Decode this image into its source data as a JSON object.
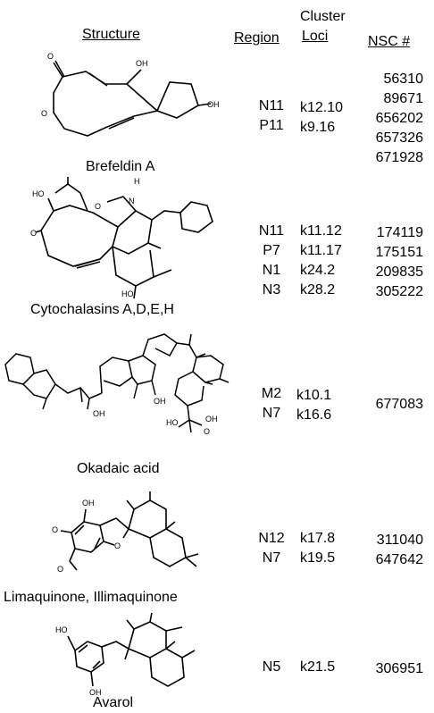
{
  "header": {
    "structure": "Structure",
    "region": "Region",
    "cluster": "Cluster",
    "loci": "Loci",
    "nsc": "NSC #"
  },
  "compounds": [
    {
      "name": "Brefeldin A",
      "regions": [
        "N11",
        "P11"
      ],
      "loci": [
        "k12.10",
        "k9.16"
      ],
      "nsc": [
        "56310",
        "89671",
        "656202",
        "657326",
        "671928"
      ],
      "labels": [
        "OH",
        "OH",
        "O",
        "O"
      ]
    },
    {
      "name": "Cytochalasins  A,D,E,H",
      "regions": [
        "N11",
        "P7",
        "N1",
        "N3"
      ],
      "loci": [
        "k11.12",
        "k11.17",
        "k24.2",
        "k28.2"
      ],
      "nsc": [
        "174119",
        "175151",
        "209835",
        "305222"
      ],
      "labels": [
        "HO",
        "H",
        "O",
        "N",
        "O",
        "HO"
      ]
    },
    {
      "name": "Okadaic acid",
      "regions": [
        "M2",
        "N7"
      ],
      "loci": [
        "k10.1",
        "k16.6"
      ],
      "nsc": [
        "677083"
      ],
      "labels": [
        "OH",
        "OH",
        "HO",
        "OH",
        "O"
      ]
    },
    {
      "name": "Limaquinone, Illimaquinone",
      "regions": [
        "N12",
        "N7"
      ],
      "loci": [
        "k17.8",
        "k19.5"
      ],
      "nsc": [
        "311040",
        "647642"
      ],
      "labels": [
        "OH",
        "O",
        "O",
        "O"
      ]
    },
    {
      "name": "Avarol",
      "regions": [
        "N5"
      ],
      "loci": [
        "k21.5"
      ],
      "nsc": [
        "306951"
      ],
      "labels": [
        "HO",
        "OH"
      ]
    }
  ]
}
